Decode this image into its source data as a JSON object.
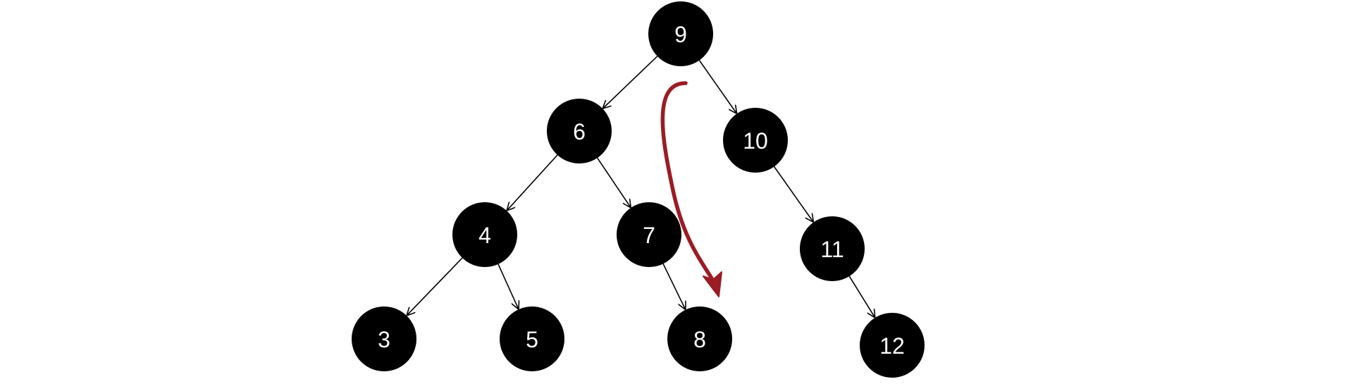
{
  "diagram": {
    "type": "binary-tree",
    "node_color": "#000000",
    "label_color": "#ffffff",
    "arrow_color": "#9b1c24",
    "nodes": [
      {
        "id": "n9",
        "label": "9"
      },
      {
        "id": "n6",
        "label": "6"
      },
      {
        "id": "n10",
        "label": "10"
      },
      {
        "id": "n4",
        "label": "4"
      },
      {
        "id": "n7",
        "label": "7"
      },
      {
        "id": "n11",
        "label": "11"
      },
      {
        "id": "n3",
        "label": "3"
      },
      {
        "id": "n5",
        "label": "5"
      },
      {
        "id": "n8",
        "label": "8"
      },
      {
        "id": "n12",
        "label": "12"
      }
    ],
    "edges": [
      {
        "from": "n9",
        "to": "n6"
      },
      {
        "from": "n9",
        "to": "n10"
      },
      {
        "from": "n6",
        "to": "n4"
      },
      {
        "from": "n6",
        "to": "n7"
      },
      {
        "from": "n4",
        "to": "n3"
      },
      {
        "from": "n4",
        "to": "n5"
      },
      {
        "from": "n7",
        "to": "n8"
      },
      {
        "from": "n10",
        "to": "n11"
      },
      {
        "from": "n11",
        "to": "n12"
      }
    ],
    "highlight_arrow": {
      "from": "n9",
      "to": "n8"
    }
  }
}
